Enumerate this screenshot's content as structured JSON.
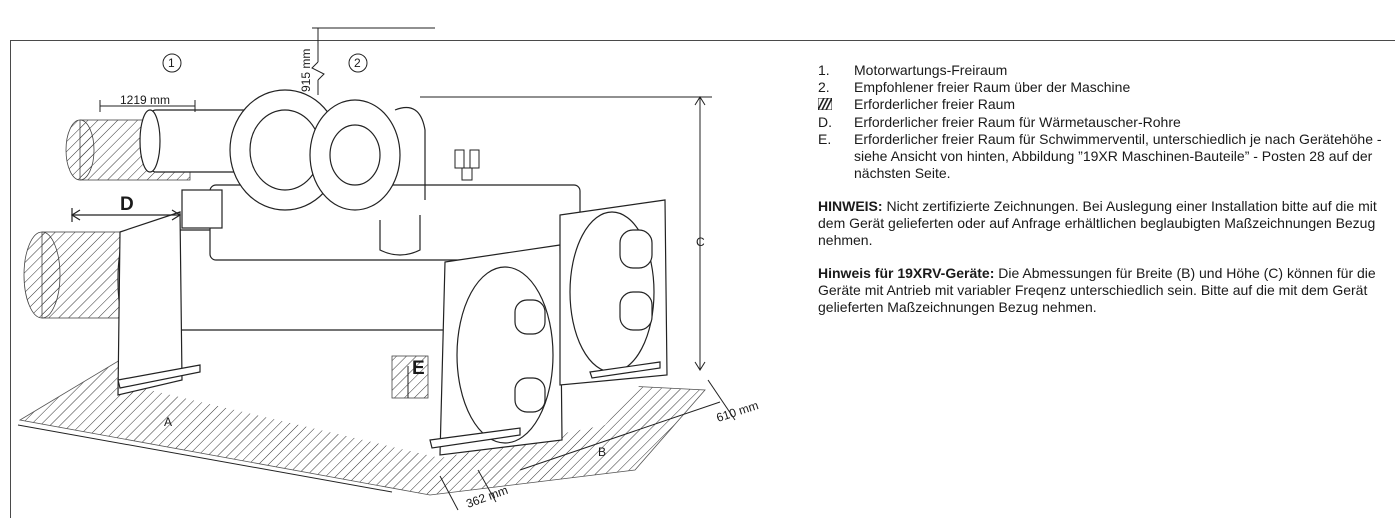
{
  "dimensions": {
    "motor_clearance": "1219 mm",
    "top_clearance": "915 mm",
    "front_clearance": "362 mm",
    "side_clearance": "610 mm",
    "dim_a": "A",
    "dim_b": "B",
    "dim_c": "C",
    "dim_d": "D",
    "dim_e": "E"
  },
  "callouts": {
    "one": "1",
    "two": "2"
  },
  "legend": {
    "items": [
      {
        "marker": "1.",
        "text": "Motorwartungs-Freiraum"
      },
      {
        "marker": "2.",
        "text": "Empfohlener freier Raum über der Maschine"
      },
      {
        "marker": "hatch",
        "text": "Erforderlicher freier Raum"
      },
      {
        "marker": "D.",
        "text": "Erforderlicher freier Raum für Wärmetauscher-Rohre"
      },
      {
        "marker": "E.",
        "text": "Erforderlicher freier Raum für Schwimmerventil, unterschiedlich je nach Gerätehöhe - siehe Ansicht von hinten, Abbildung ”19XR Maschinen-Bauteile” - Posten 28 auf der nächsten Seite."
      }
    ]
  },
  "notes": [
    {
      "label": "HINWEIS:",
      "text": " Nicht zertifizierte Zeichnungen. Bei Auslegung einer Installation bitte auf die mit dem Gerät gelieferten oder auf Anfrage erhältlichen beglaubigten Maßzeichnungen Bezug nehmen."
    },
    {
      "label": "Hinweis für 19XRV-Geräte:",
      "text": " Die Abmessungen für Breite (B) und Höhe (C) können für die Geräte mit Antrieb mit variabler Freqenz unterschiedlich sein. Bitte auf die mit dem Gerät gelieferten Maßzeichnungen Bezug nehmen."
    }
  ]
}
